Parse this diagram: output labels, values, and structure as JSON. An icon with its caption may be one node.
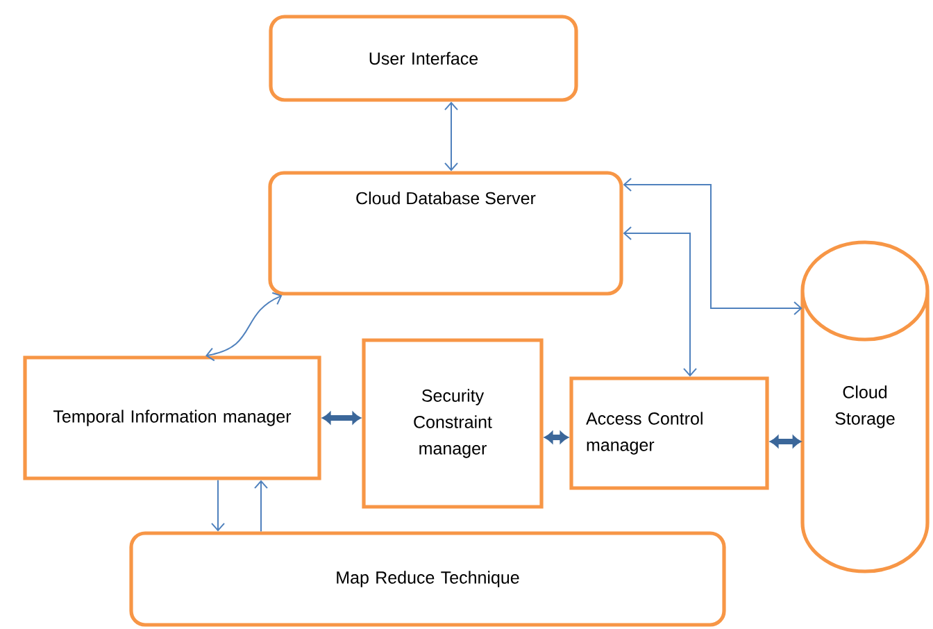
{
  "diagram": {
    "nodes": [
      {
        "text": [
          "User Interface"
        ]
      },
      {
        "text": [
          "Cloud Database Server"
        ]
      },
      {
        "text": [
          "Temporal Information manager"
        ]
      },
      {
        "text": [
          "Security Constraint manager"
        ]
      },
      {
        "text": [
          "Access Control manager"
        ]
      },
      {
        "text": [
          "Cloud Storage"
        ]
      },
      {
        "text": [
          "Map Reduce Technique"
        ]
      }
    ],
    "edges": [
      {
        "from": 0,
        "to": 1,
        "arrow": "both"
      },
      {
        "from": 1,
        "to": 2,
        "arrow": "both"
      },
      {
        "from": 2,
        "to": 3,
        "arrow": "both",
        "style": "thick",
        "color": "#3b679a"
      },
      {
        "from": 3,
        "to": 4,
        "arrow": "both",
        "style": "thick",
        "color": "#3b679a"
      },
      {
        "from": 4,
        "to": 5,
        "arrow": "both",
        "style": "thick",
        "color": "#3b679a"
      },
      {
        "from": 1,
        "to": 5,
        "arrow": "both"
      },
      {
        "from": 1,
        "to": 4,
        "arrow": "both"
      },
      {
        "from": 2,
        "to": 6,
        "arrow": "to"
      },
      {
        "from": 6,
        "to": 2,
        "arrow": "to"
      }
    ]
  }
}
